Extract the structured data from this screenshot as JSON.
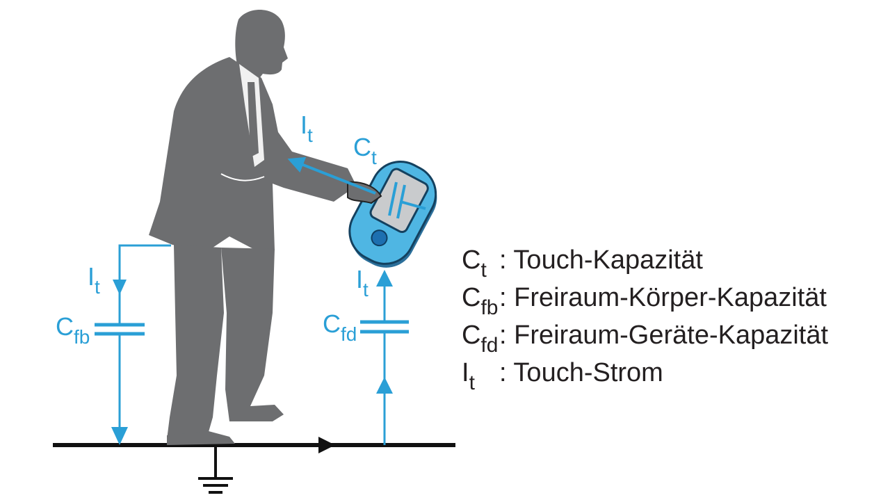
{
  "colors": {
    "wire": "#2a9fd6",
    "silhouette": "#6d6e70",
    "ground": "#111111",
    "device_body": "#4fb6e3",
    "device_screen": "#c9cbcd"
  },
  "icons": [
    "person-silhouette",
    "touch-device",
    "ground-symbol",
    "capacitor-symbol",
    "current-arrow"
  ],
  "diagram_labels": {
    "it_arm": {
      "main": "I",
      "sub": "t"
    },
    "ct_device": {
      "main": "C",
      "sub": "t"
    },
    "it_left": {
      "main": "I",
      "sub": "t"
    },
    "cfb_left": {
      "main": "C",
      "sub": "fb"
    },
    "it_right": {
      "main": "I",
      "sub": "t"
    },
    "cfd_right": {
      "main": "C",
      "sub": "fd"
    }
  },
  "legend": [
    {
      "sym": "C",
      "sub": "t",
      "text": ": Touch-Kapazität"
    },
    {
      "sym": "C",
      "sub": "fb",
      "text": ": Freiraum-Körper-Kapazität"
    },
    {
      "sym": "C",
      "sub": "fd",
      "text": ": Freiraum-Geräte-Kapazität"
    },
    {
      "sym": "I",
      "sub": "t",
      "text": ": Touch-Strom"
    }
  ]
}
